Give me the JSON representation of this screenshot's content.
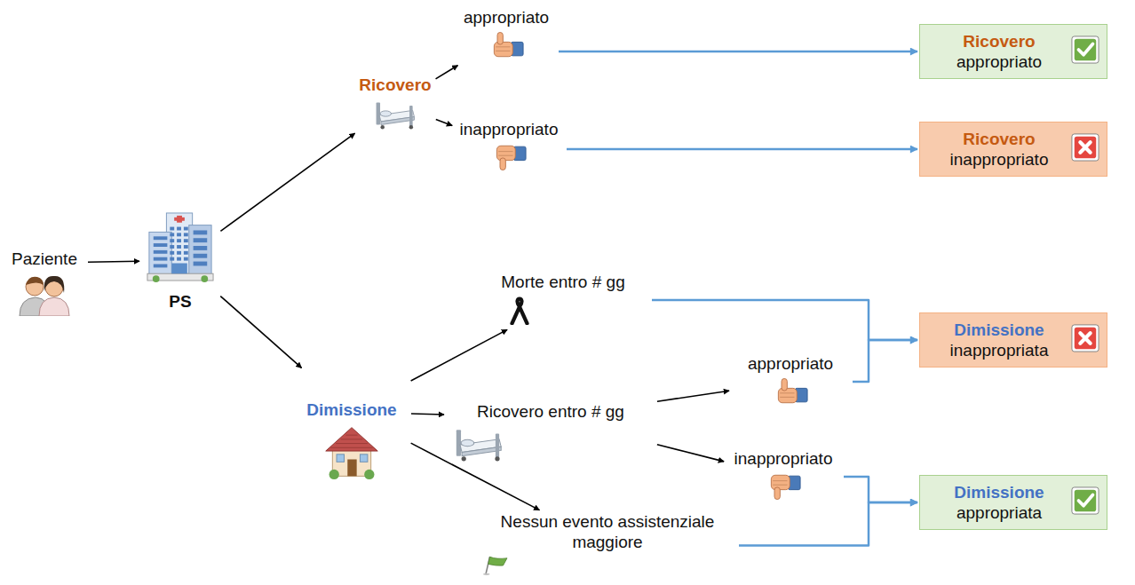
{
  "diagram": {
    "nodes": [
      {
        "text": [
          "Paziente"
        ]
      },
      {
        "text": [
          "PS"
        ]
      },
      {
        "text": [
          "Ricovero"
        ]
      },
      {
        "text": [
          "appropriato"
        ]
      },
      {
        "text": [
          "inappropriato"
        ]
      },
      {
        "text": [
          "Morte entro # gg"
        ]
      },
      {
        "text": [
          "Dimissione"
        ]
      },
      {
        "text": [
          "Ricovero entro # gg"
        ]
      },
      {
        "text": [
          "appropriato"
        ]
      },
      {
        "text": [
          "inappropriato"
        ]
      },
      {
        "text": [
          "Nessun evento assistenziale maggiore"
        ]
      },
      {
        "text": [
          "Ricovero",
          "appropriato"
        ]
      },
      {
        "text": [
          "Ricovero",
          "inappropriato"
        ]
      },
      {
        "text": [
          "Dimissione",
          "inappropriata"
        ]
      },
      {
        "text": [
          "Dimissione",
          "appropriata"
        ]
      }
    ],
    "edges": [
      {
        "from": 0,
        "to": 1,
        "arrow": "to"
      },
      {
        "from": 1,
        "to": 2,
        "arrow": "to"
      },
      {
        "from": 1,
        "to": 6,
        "arrow": "to"
      },
      {
        "from": 2,
        "to": 3,
        "arrow": "to"
      },
      {
        "from": 2,
        "to": 4,
        "arrow": "to"
      },
      {
        "from": 3,
        "to": 11,
        "arrow": "to"
      },
      {
        "from": 4,
        "to": 12,
        "arrow": "to"
      },
      {
        "from": 6,
        "to": 5,
        "arrow": "to"
      },
      {
        "from": 6,
        "to": 7,
        "arrow": "to"
      },
      {
        "from": 6,
        "to": 10,
        "arrow": "to"
      },
      {
        "from": 7,
        "to": 8,
        "arrow": "to"
      },
      {
        "from": 7,
        "to": 9,
        "arrow": "to"
      },
      {
        "from": 5,
        "to": 13,
        "arrow": "to"
      },
      {
        "from": 8,
        "to": 13,
        "arrow": "to"
      },
      {
        "from": 9,
        "to": 14,
        "arrow": "to"
      },
      {
        "from": 10,
        "to": 14,
        "arrow": "to"
      }
    ]
  }
}
